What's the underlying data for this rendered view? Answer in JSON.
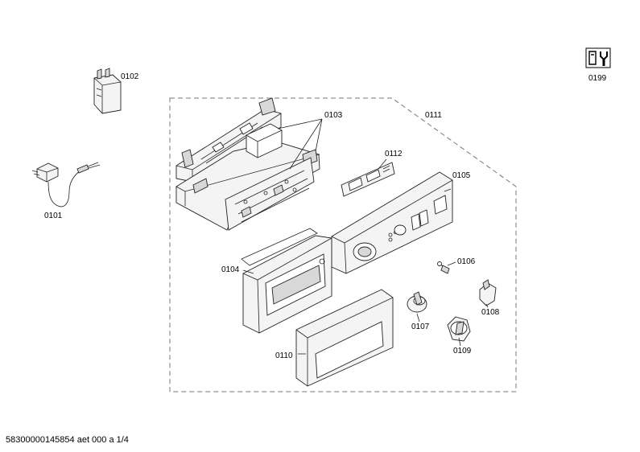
{
  "labels": {
    "p0101": "0101",
    "p0102": "0102",
    "p0103": "0103",
    "p0104": "0104",
    "p0105": "0105",
    "p0106": "0106",
    "p0107": "0107",
    "p0108": "0108",
    "p0109": "0109",
    "p0110": "0110",
    "p0111": "0111",
    "p0112": "0112",
    "p0199": "0199"
  },
  "footer": "58300000145854 aet 000 a 1/4",
  "icons": {
    "service": "service-tools-icon"
  }
}
